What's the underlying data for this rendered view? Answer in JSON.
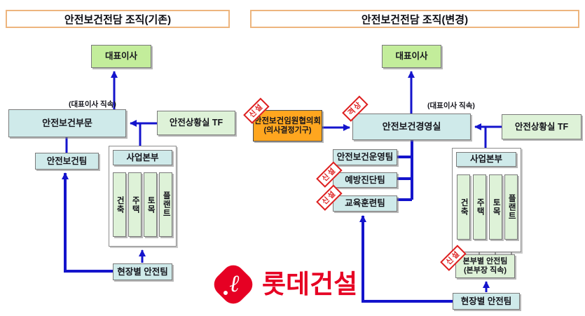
{
  "existing": {
    "title": "안전보건전담 조직(기존)",
    "ceo": "대표이사",
    "direct_label": "(대표이사 직속)",
    "division": "안전보건부문",
    "situation_tf": "안전상황실 TF",
    "safety_team": "안전보건팀",
    "hq": "사업본부",
    "hq_units": [
      "건축",
      "주택",
      "토목",
      "플랜트"
    ],
    "site_team": "현장별 안전팀"
  },
  "changed": {
    "title": "안전보건전담 조직(변경)",
    "ceo": "대표이사",
    "direct_label": "(대표이사 직속)",
    "council_line1": "안전보건임원협의회",
    "council_line2": "(의사결정기구)",
    "management_office": "안전보건경영실",
    "situation_tf": "안전상황실 TF",
    "teams": [
      "안전보건운영팀",
      "예방진단팀",
      "교육훈련팀"
    ],
    "hq": "사업본부",
    "hq_units": [
      "건축",
      "주택",
      "토목",
      "플랜트"
    ],
    "hq_safety_team_line1": "본부별 안전팀",
    "hq_safety_team_line2": "(본부장 직속)",
    "site_team": "현장별 안전팀"
  },
  "stamps": {
    "new": "신설",
    "upgrade": "격상"
  },
  "logo": {
    "text": "롯데건설",
    "glyph": "ℓ"
  },
  "colors": {
    "arrow_blue": "#1414cc",
    "stamp_red": "#dd1f1f",
    "lotte_red": "#e60023",
    "title_border": "#edb57e",
    "green_fill": "#c3ed9b",
    "cyan_fill": "#cfeaea",
    "pale_green_fill": "#def2d8",
    "orange_fill": "#ffa61f"
  }
}
